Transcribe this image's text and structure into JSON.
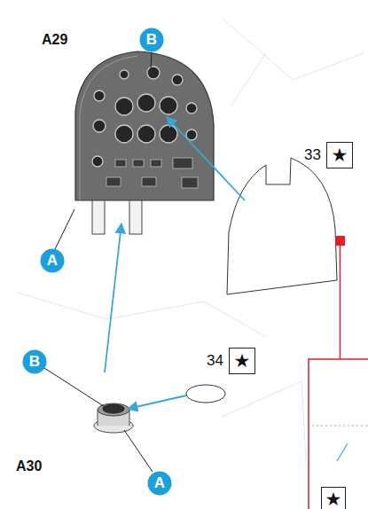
{
  "diagram": {
    "nodes": [
      {
        "text": [
          "B"
        ]
      },
      {
        "text": [
          "33",
          "★"
        ]
      },
      {
        "text": [
          "A"
        ]
      },
      {
        "text": [
          "B"
        ]
      },
      {
        "text": [
          "34",
          "★"
        ]
      },
      {
        "text": [
          "A"
        ]
      },
      {
        "text": [
          "★"
        ]
      }
    ],
    "labels": [
      "A29",
      "A30"
    ]
  }
}
